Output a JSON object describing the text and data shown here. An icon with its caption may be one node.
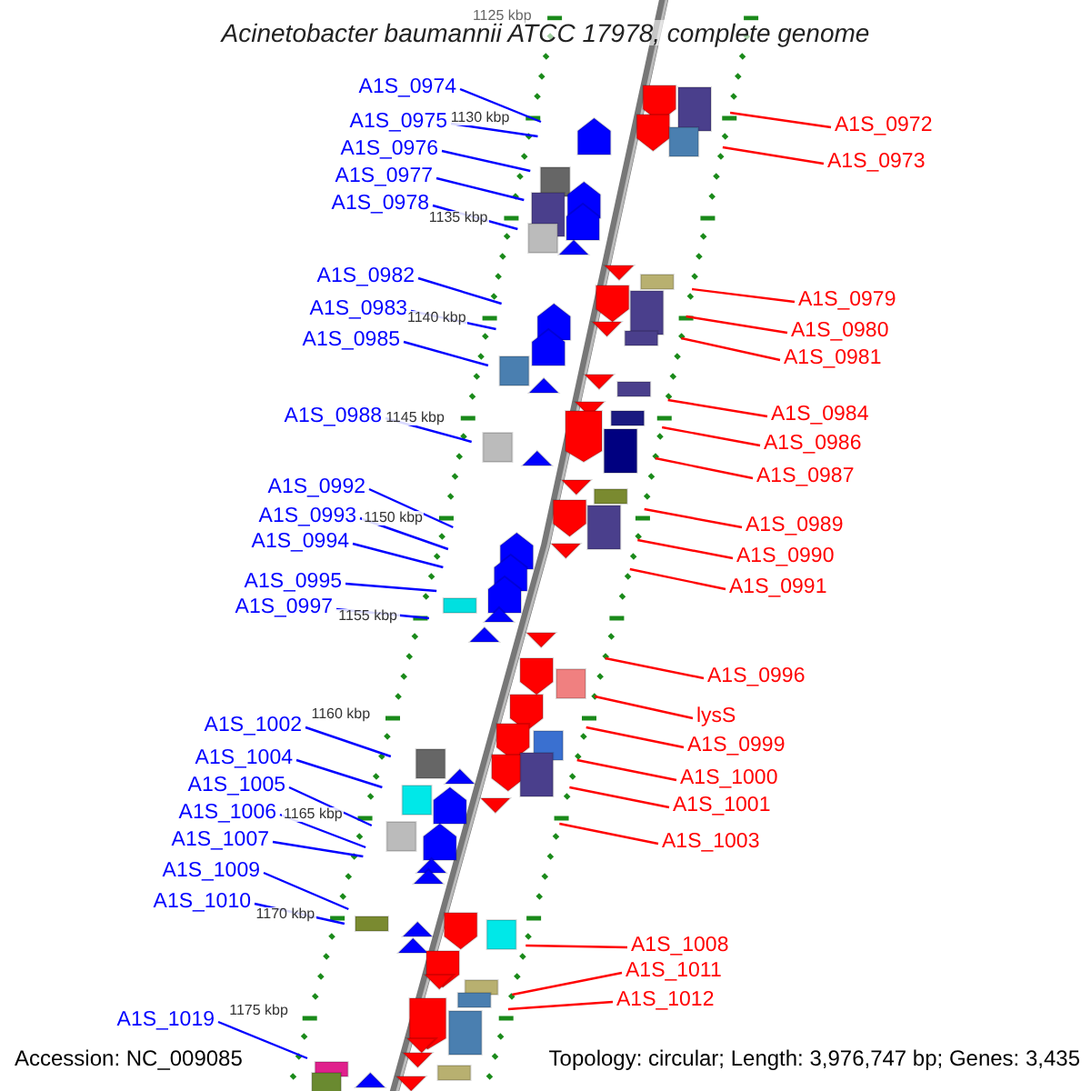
{
  "diagram": {
    "title": "Acinetobacter baumannii ATCC 17978, complete genome",
    "nodes": [
      {
        "text": [
          "A1S_0974"
        ]
      },
      {
        "text": [
          "A1S_0975"
        ]
      },
      {
        "text": [
          "A1S_0976"
        ]
      },
      {
        "text": [
          "A1S_0977"
        ]
      },
      {
        "text": [
          "A1S_0978"
        ]
      },
      {
        "text": [
          "A1S_0982"
        ]
      },
      {
        "text": [
          "A1S_0983"
        ]
      },
      {
        "text": [
          "A1S_0985"
        ]
      },
      {
        "text": [
          "A1S_0988"
        ]
      },
      {
        "text": [
          "A1S_0992"
        ]
      },
      {
        "text": [
          "A1S_0993"
        ]
      },
      {
        "text": [
          "A1S_0994"
        ]
      },
      {
        "text": [
          "A1S_0995"
        ]
      },
      {
        "text": [
          "A1S_0997"
        ]
      },
      {
        "text": [
          "A1S_1002"
        ]
      },
      {
        "text": [
          "A1S_1004"
        ]
      },
      {
        "text": [
          "A1S_1005"
        ]
      },
      {
        "text": [
          "A1S_1006"
        ]
      },
      {
        "text": [
          "A1S_1007"
        ]
      },
      {
        "text": [
          "A1S_1009"
        ]
      },
      {
        "text": [
          "A1S_1010"
        ]
      },
      {
        "text": [
          "A1S_1019"
        ]
      },
      {
        "text": [
          "A1S_0972"
        ]
      },
      {
        "text": [
          "A1S_0973"
        ]
      },
      {
        "text": [
          "A1S_0979"
        ]
      },
      {
        "text": [
          "A1S_0980"
        ]
      },
      {
        "text": [
          "A1S_0981"
        ]
      },
      {
        "text": [
          "A1S_0984"
        ]
      },
      {
        "text": [
          "A1S_0986"
        ]
      },
      {
        "text": [
          "A1S_0987"
        ]
      },
      {
        "text": [
          "A1S_0989"
        ]
      },
      {
        "text": [
          "A1S_0990"
        ]
      },
      {
        "text": [
          "A1S_0991"
        ]
      },
      {
        "text": [
          "A1S_0996"
        ]
      },
      {
        "text": [
          "lysS"
        ]
      },
      {
        "text": [
          "A1S_0999"
        ]
      },
      {
        "text": [
          "A1S_1000"
        ]
      },
      {
        "text": [
          "A1S_1001"
        ]
      },
      {
        "text": [
          "A1S_1003"
        ]
      },
      {
        "text": [
          "A1S_1008"
        ]
      },
      {
        "text": [
          "A1S_1011"
        ]
      },
      {
        "text": [
          "A1S_1012"
        ]
      }
    ],
    "edges": [
      {
        "from": 0,
        "to": null,
        "arrow": "none"
      },
      {
        "from": 1,
        "to": null,
        "arrow": "none"
      },
      {
        "from": 2,
        "to": null,
        "arrow": "none"
      },
      {
        "from": 3,
        "to": null,
        "arrow": "none"
      },
      {
        "from": 4,
        "to": null,
        "arrow": "none"
      },
      {
        "from": 5,
        "to": null,
        "arrow": "none"
      },
      {
        "from": 6,
        "to": null,
        "arrow": "none"
      },
      {
        "from": 7,
        "to": null,
        "arrow": "none"
      },
      {
        "from": 8,
        "to": null,
        "arrow": "none"
      },
      {
        "from": 9,
        "to": null,
        "arrow": "none"
      },
      {
        "from": 10,
        "to": null,
        "arrow": "none"
      },
      {
        "from": 11,
        "to": null,
        "arrow": "none"
      },
      {
        "from": 12,
        "to": null,
        "arrow": "none"
      },
      {
        "from": 13,
        "to": null,
        "arrow": "none"
      },
      {
        "from": 14,
        "to": null,
        "arrow": "none"
      },
      {
        "from": 15,
        "to": null,
        "arrow": "none"
      },
      {
        "from": 16,
        "to": null,
        "arrow": "none"
      },
      {
        "from": 17,
        "to": null,
        "arrow": "none"
      },
      {
        "from": 18,
        "to": null,
        "arrow": "none"
      },
      {
        "from": 19,
        "to": null,
        "arrow": "none"
      },
      {
        "from": 20,
        "to": null,
        "arrow": "none"
      },
      {
        "from": 21,
        "to": null,
        "arrow": "none"
      },
      {
        "from": 22,
        "to": null,
        "arrow": "none",
        "color": "#ff0000"
      },
      {
        "from": 23,
        "to": null,
        "arrow": "none",
        "color": "#ff0000"
      },
      {
        "from": 24,
        "to": null,
        "arrow": "none",
        "color": "#ff0000"
      },
      {
        "from": 25,
        "to": null,
        "arrow": "none",
        "color": "#ff0000"
      },
      {
        "from": 26,
        "to": null,
        "arrow": "none",
        "color": "#ff0000"
      },
      {
        "from": 27,
        "to": null,
        "arrow": "none",
        "color": "#ff0000"
      },
      {
        "from": 28,
        "to": null,
        "arrow": "none",
        "color": "#ff0000"
      },
      {
        "from": 29,
        "to": null,
        "arrow": "none",
        "color": "#ff0000"
      },
      {
        "from": 30,
        "to": null,
        "arrow": "none",
        "color": "#ff0000"
      },
      {
        "from": 31,
        "to": null,
        "arrow": "none",
        "color": "#ff0000"
      },
      {
        "from": 32,
        "to": null,
        "arrow": "none",
        "color": "#ff0000"
      },
      {
        "from": 33,
        "to": null,
        "arrow": "none",
        "color": "#ff0000"
      },
      {
        "from": 34,
        "to": null,
        "arrow": "none",
        "color": "#ff0000"
      },
      {
        "from": 35,
        "to": null,
        "arrow": "none",
        "color": "#ff0000"
      },
      {
        "from": 36,
        "to": null,
        "arrow": "none",
        "color": "#ff0000"
      },
      {
        "from": 37,
        "to": null,
        "arrow": "none",
        "color": "#ff0000"
      },
      {
        "from": 38,
        "to": null,
        "arrow": "none",
        "color": "#ff0000"
      },
      {
        "from": 39,
        "to": null,
        "arrow": "none",
        "color": "#ff0000"
      },
      {
        "from": 40,
        "to": null,
        "arrow": "none",
        "color": "#ff0000"
      },
      {
        "from": 41,
        "to": null,
        "arrow": "none",
        "color": "#ff0000"
      }
    ],
    "labels": [
      "1125 kbp",
      "1130 kbp",
      "1135 kbp",
      "1140 kbp",
      "1145 kbp",
      "1150 kbp",
      "1155 kbp",
      "1160 kbp",
      "1165 kbp",
      "1170 kbp",
      "1175 kbp",
      "Accession: NC_009085",
      "Topology: circular; Length: 3,976,747 bp; Genes: 3,435"
    ]
  }
}
